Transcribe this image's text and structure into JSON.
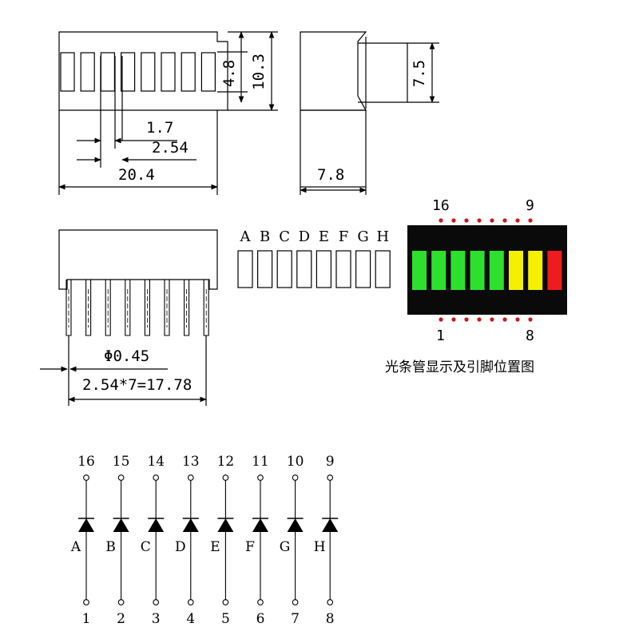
{
  "top_view": {
    "dim_height_window": "4.8",
    "dim_height_body": "10.3",
    "dim_segment_width": "1.7",
    "dim_pitch": "2.54",
    "dim_total_width": "20.4"
  },
  "side_view": {
    "dim_pin_height": "7.5",
    "dim_depth": "7.8"
  },
  "front_view": {
    "dim_pin_diameter": "Φ0.45",
    "dim_pin_span": "2.54*7=17.78"
  },
  "segment_letters": [
    "A",
    "B",
    "C",
    "D",
    "E",
    "F",
    "G",
    "H"
  ],
  "photo": {
    "top_left_pin": "16",
    "top_right_pin": "9",
    "bottom_left_pin": "1",
    "bottom_right_pin": "8",
    "segment_colors": [
      "#2ee02e",
      "#2ee02e",
      "#2ee02e",
      "#2ee02e",
      "#2ee02e",
      "#f4f000",
      "#f4f000",
      "#ee1c1c"
    ],
    "caption": "光条管显示及引脚位置图"
  },
  "schematic": {
    "top_pins": [
      "16",
      "15",
      "14",
      "13",
      "12",
      "11",
      "10",
      "9"
    ],
    "bottom_pins": [
      "1",
      "2",
      "3",
      "4",
      "5",
      "6",
      "7",
      "8"
    ],
    "diode_labels": [
      "A",
      "B",
      "C",
      "D",
      "E",
      "F",
      "G",
      "H"
    ]
  }
}
